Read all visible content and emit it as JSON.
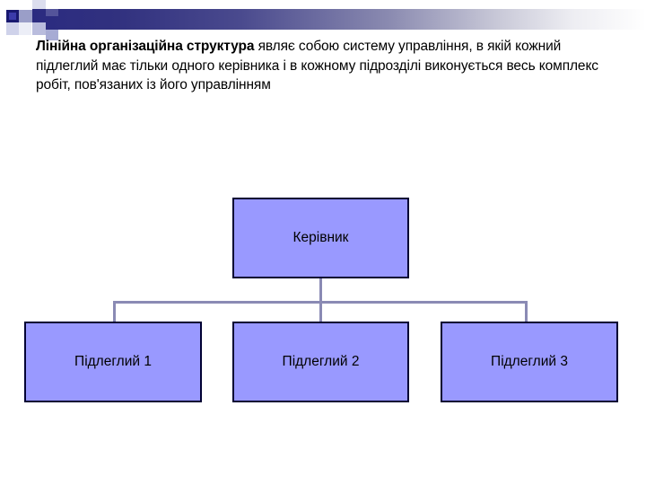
{
  "slide": {
    "decoration": {
      "bar_color_start": "#2b2b80",
      "bar_color_end": "#ffffff",
      "accent_square_color": "#191970"
    }
  },
  "body_text": {
    "lead": "Лінійна організаційна структура",
    "rest": " являє собою систему управління, в якій кожний підлеглий має тільки одного керівника і в кожному підрозділі виконується весь комплекс робіт, пов'язаних із його управлінням"
  },
  "org_chart": {
    "fill_color": "#9999ff",
    "border_color": "#000033",
    "connector_color": "#8a8ab4",
    "manager": {
      "label": "Керівник"
    },
    "subordinates": [
      {
        "label": "Підлеглий 1"
      },
      {
        "label": "Підлеглий 2"
      },
      {
        "label": "Підлеглий 3"
      }
    ]
  }
}
